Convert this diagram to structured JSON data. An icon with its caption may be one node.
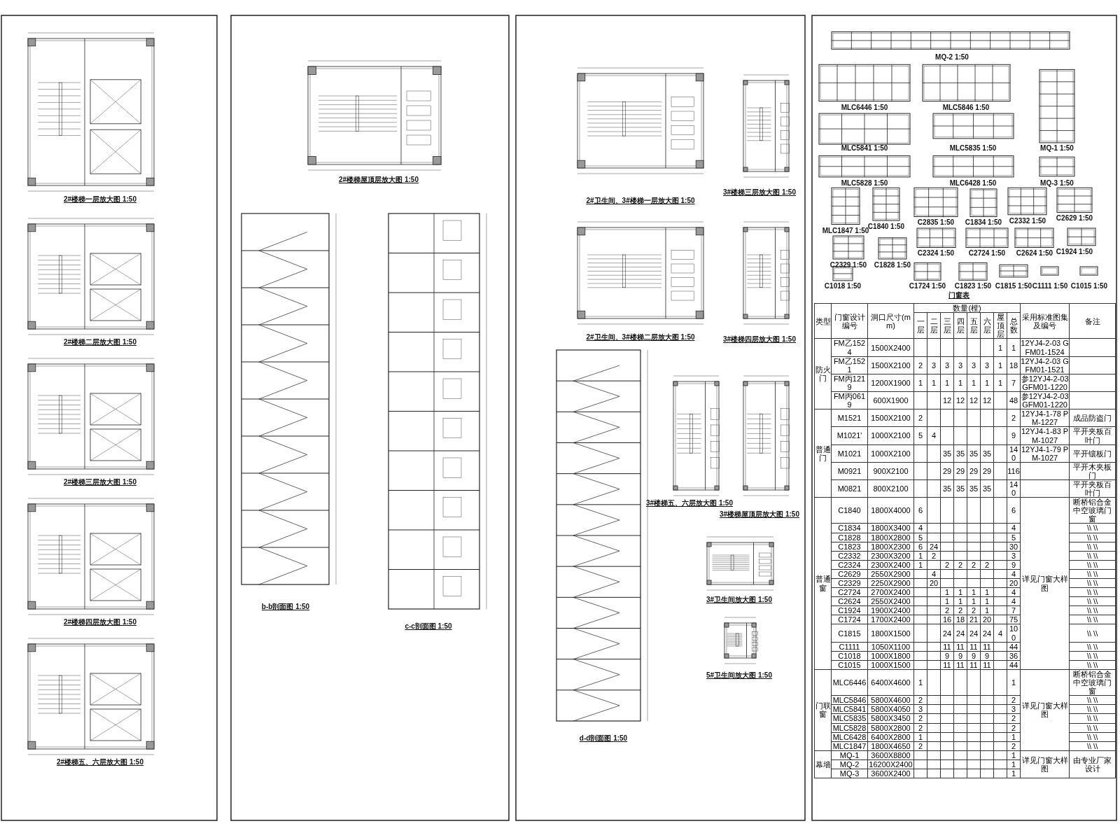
{
  "diagram": {
    "labels": [
      "2#楼梯一层放大图 1:50",
      "2#楼梯二层放大图 1:50",
      "2#楼梯三层放大图 1:50",
      "2#楼梯四层放大图 1:50",
      "2#楼梯五、六层放大图 1:50",
      "2#楼梯屋顶层放大图 1:50",
      "b-b剖面图 1:50",
      "c-c剖面图 1:50",
      "2#卫生间、3#楼梯一层放大图 1:50",
      "3#楼梯三层放大图 1:50",
      "2#卫生间、3#楼梯二层放大图 1:50",
      "3#楼梯四层放大图 1:50",
      "3#楼梯五、六层放大图 1:50",
      "3#楼梯屋顶层放大图 1:50",
      "3#卫生间放大图 1:50",
      "5#卫生间放大图 1:50",
      "d-d剖面图 1:50",
      "MQ-2 1:50",
      "MLC6446 1:50",
      "MLC5846 1:50",
      "MLC5841 1:50",
      "MLC5835 1:50",
      "MQ-1 1:50",
      "MLC5828 1:50",
      "MLC6428 1:50",
      "MQ-3 1:50",
      "MLC1847 1:50",
      "C1840 1:50",
      "C2835 1:50",
      "C1834 1:50",
      "C2332 1:50",
      "C2629 1:50",
      "C2329 1:50",
      "C1828 1:50",
      "C2324 1:50",
      "C2724 1:50",
      "C2624 1:50",
      "C1924 1:50",
      "C1018 1:50",
      "C1724 1:50",
      "C1823 1:50",
      "C1815 1:50",
      "C1111 1:50",
      "C1015 1:50",
      "门窗表",
      "类型",
      "门窗设计编号",
      "洞口尺寸(mm)",
      "数量(樘)",
      "采用标准图集及编号",
      "备注",
      "一层",
      "二层",
      "三层",
      "四层",
      "五层",
      "六层",
      "屋顶层",
      "总数",
      "防火门",
      "FM乙1524",
      "1500X2400",
      "1",
      "1",
      "12YJ4-2-03 GFM01-1524",
      "FM乙1521",
      "1500X2100",
      "2",
      "3",
      "3",
      "3",
      "3",
      "3",
      "1",
      "18",
      "12YJ4-2-03 GFM01-1521",
      "FM丙1219",
      "1200X1900",
      "1",
      "1",
      "1",
      "1",
      "1",
      "1",
      "1",
      "7",
      "参12YJ4-2-03 GFM01-1220",
      "FM丙0619",
      "600X1900",
      "12",
      "12",
      "12",
      "12",
      "48",
      "参12YJ4-2-03 GFM01-1220",
      "普通门",
      "M1521",
      "1500X2100",
      "2",
      "2",
      "12YJ4-1-78 PM-1227",
      "成品防盗门",
      "M1021'",
      "1000X2100",
      "5",
      "4",
      "9",
      "12YJ4-1-83 PM-1027",
      "平开夹板百叶门",
      "M1021",
      "1000X2100",
      "35",
      "35",
      "35",
      "35",
      "140",
      "12YJ4-1-79 PM-1027",
      "平开镶板门",
      "M0921",
      "900X2100",
      "29",
      "29",
      "29",
      "29",
      "116",
      "平开木夹板门",
      "M0821",
      "800X2100",
      "35",
      "35",
      "35",
      "35",
      "140",
      "平开夹板百叶门",
      "普通窗",
      "C1840",
      "1800X4000",
      "6",
      "6",
      "详见门窗大样图",
      "断桥铝合金中空玻璃门窗",
      "C1834",
      "1800X3400",
      "4",
      "4",
      "\\\\ \\\\",
      "C1828",
      "1800X2800",
      "5",
      "5",
      "\\\\ \\\\",
      "C1823",
      "1800X2300",
      "6",
      "24",
      "30",
      "\\\\ \\\\",
      "C2332",
      "2300X3200",
      "1",
      "2",
      "3",
      "\\\\ \\\\",
      "C2324",
      "2300X2400",
      "1",
      "2",
      "2",
      "2",
      "2",
      "9",
      "\\\\ \\\\",
      "C2629",
      "2550X2900",
      "4",
      "4",
      "\\\\ \\\\",
      "C2329",
      "2250X2900",
      "20",
      "20",
      "\\\\ \\\\",
      "C2724",
      "2700X2400",
      "1",
      "1",
      "1",
      "1",
      "4",
      "\\\\ \\\\",
      "C2624",
      "2550X2400",
      "1",
      "1",
      "1",
      "1",
      "4",
      "\\\\ \\\\",
      "C1924",
      "1900X2400",
      "2",
      "2",
      "2",
      "1",
      "7",
      "\\\\ \\\\",
      "C1724",
      "1700X2400",
      "16",
      "18",
      "21",
      "20",
      "75",
      "\\\\ \\\\",
      "C1815",
      "1800X1500",
      "24",
      "24",
      "24",
      "24",
      "4",
      "100",
      "\\\\ \\\\",
      "C1111",
      "1050X1100",
      "11",
      "11",
      "11",
      "11",
      "44",
      "\\\\ \\\\",
      "C1018",
      "1000X1800",
      "9",
      "9",
      "9",
      "9",
      "36",
      "\\\\ \\\\",
      "C1015",
      "1000X1500",
      "11",
      "11",
      "11",
      "11",
      "44",
      "\\\\ \\\\",
      "门联窗",
      "MLC6446",
      "6400X4600",
      "1",
      "1",
      "详见门窗大样图",
      "断桥铝合金中空玻璃门窗",
      "MLC5846",
      "5800X4600",
      "2",
      "2",
      "\\\\ \\\\",
      "MLC5841",
      "5800X4050",
      "3",
      "3",
      "\\\\ \\\\",
      "MLC5835",
      "5800X3450",
      "2",
      "2",
      "\\\\ \\\\",
      "MLC5828",
      "5800X2800",
      "2",
      "2",
      "\\\\ \\\\",
      "MLC6428",
      "6400X2800",
      "1",
      "1",
      "\\\\ \\\\",
      "MLC1847",
      "1800X4650",
      "2",
      "2",
      "\\\\ \\\\",
      "幕墙",
      "MQ-1",
      "3600X8800",
      "1",
      "详见门窗大样图",
      "由专业厂家设计",
      "MQ-2",
      "16200X2400",
      "1",
      "MQ-3",
      "3600X2400",
      "1"
    ]
  }
}
